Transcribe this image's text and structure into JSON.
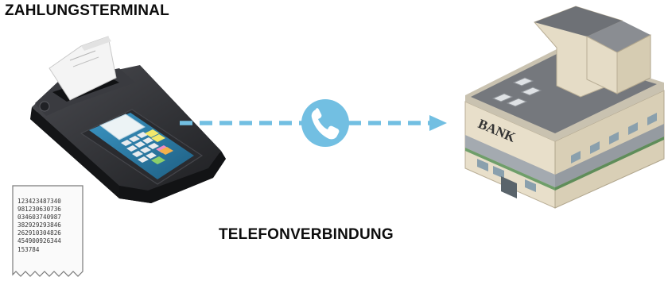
{
  "diagram": {
    "title": "ZAHLUNGSTERMINAL",
    "connection_label": "TELEFONVERBINDUNG",
    "bank_sign": "BANK",
    "receipt_lines": [
      "123423487340",
      "981230630736",
      "034603740987",
      "382929293846",
      "262910304826",
      "454900926344",
      "153784"
    ],
    "colors": {
      "connection": "#72bfe2",
      "terminal_body": "#2e2f33",
      "keypad_screen": "#2b7da6",
      "bank_roof": "#75787d",
      "bank_wall": "#e5dcc6"
    },
    "icons": [
      "payment-terminal-icon",
      "phone-icon",
      "arrow-right-icon",
      "bank-building-icon",
      "receipt-icon"
    ]
  }
}
